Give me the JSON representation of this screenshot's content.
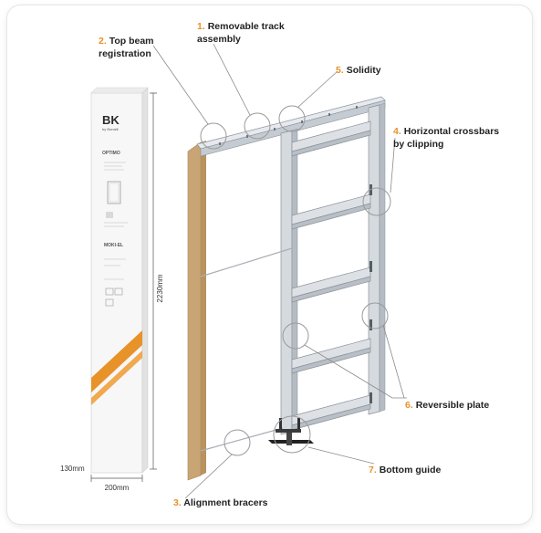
{
  "callouts": [
    {
      "num": "1.",
      "lines": [
        "Removable track",
        "assembly"
      ]
    },
    {
      "num": "2.",
      "lines": [
        "Top beam",
        "registration"
      ]
    },
    {
      "num": "3.",
      "lines": [
        "Alignment bracers"
      ]
    },
    {
      "num": "4.",
      "lines": [
        "Horizontal crossbars",
        "by clipping"
      ]
    },
    {
      "num": "5.",
      "lines": [
        "Solidity"
      ]
    },
    {
      "num": "6.",
      "lines": [
        "Reversible plate"
      ]
    },
    {
      "num": "7.",
      "lines": [
        "Bottom guide"
      ]
    }
  ],
  "dimensions": {
    "height": "2230mm",
    "width": "200mm",
    "depth": "130mm"
  },
  "box": {
    "logo": "BK",
    "brand_small": "by Bonaiti",
    "product": "OPTIMO",
    "model": "MOKI-EL"
  },
  "colors": {
    "accent": "#e8922a",
    "frame": "#c9ced4",
    "wood": "#c9a576"
  }
}
